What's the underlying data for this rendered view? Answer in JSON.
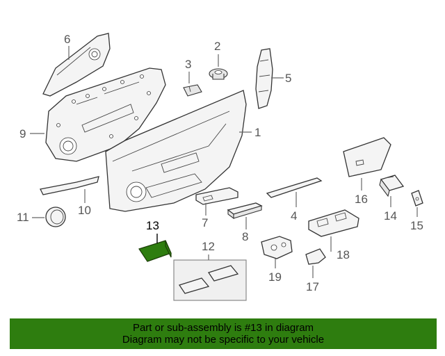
{
  "callouts": {
    "c1": "1",
    "c2": "2",
    "c3": "3",
    "c4": "4",
    "c5": "5",
    "c6": "6",
    "c7": "7",
    "c8": "8",
    "c9": "9",
    "c10": "10",
    "c11": "11",
    "c12": "12",
    "c13": "13",
    "c14": "14",
    "c15": "15",
    "c16": "16",
    "c17": "17",
    "c18": "18",
    "c19": "19"
  },
  "highlight": {
    "part": "13",
    "color": "#2e7d0f"
  },
  "banner": {
    "line1": "Part or sub-assembly is #13 in diagram",
    "line2": "Diagram may not be specific to your vehicle",
    "background": "#2e7d0f"
  }
}
